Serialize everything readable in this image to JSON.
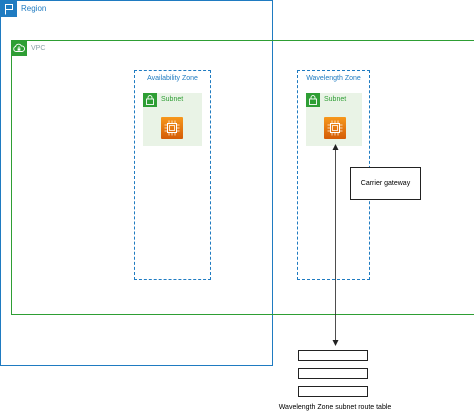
{
  "region": {
    "label": "Region",
    "icon": "flag-icon",
    "color": "#1f7bc1"
  },
  "vpc": {
    "label": "VPC",
    "icon": "cloud-lock-icon",
    "color": "#2e9e34"
  },
  "zones": [
    {
      "label": "Availability Zone",
      "subnet_label": "Subnet",
      "subnet_icon": "lock-icon",
      "instance_icon": "ec2-instance-icon"
    },
    {
      "label": "Wavelength Zone",
      "subnet_label": "Subnet",
      "subnet_icon": "lock-icon",
      "instance_icon": "ec2-instance-icon"
    }
  ],
  "carrier_gateway": {
    "label": "Carrier gateway"
  },
  "route_table": {
    "caption": "Wavelength Zone subnet route table",
    "rows": 3
  },
  "colors": {
    "region": "#1f7bc1",
    "vpc": "#2e9e34",
    "subnet_fill": "#e9f3e6",
    "ec2_top": "#f7981d",
    "ec2_bottom": "#d45b07"
  }
}
